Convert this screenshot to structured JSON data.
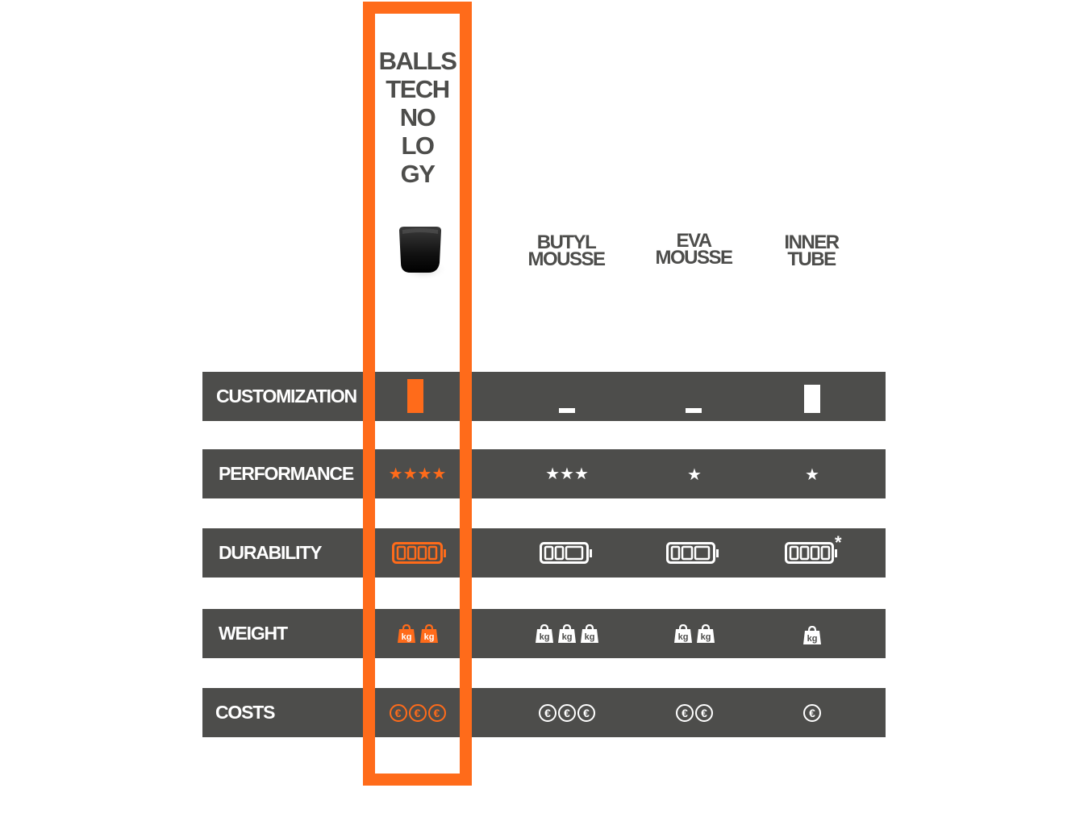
{
  "header": {
    "main_title_lines": [
      "BALLS",
      "TECH",
      "NO",
      "LO",
      "GY"
    ],
    "columns": [
      {
        "line1": "BUTYL",
        "line2": "MOUSSE"
      },
      {
        "line1": "EVA",
        "line2": "MOUSSE"
      },
      {
        "line1": "INNER",
        "line2": "TUBE"
      }
    ]
  },
  "rows": [
    {
      "label": "CUSTOMIZATION"
    },
    {
      "label": "PERFORMANCE"
    },
    {
      "label": "DURABILITY"
    },
    {
      "label": "WEIGHT"
    },
    {
      "label": "COSTS"
    }
  ],
  "ratings": {
    "performance_stars": [
      4,
      3,
      1,
      1
    ],
    "weight_kg": [
      2,
      3,
      2,
      1
    ],
    "costs_euro": [
      3,
      3,
      2,
      1
    ],
    "durability_segments": [
      4,
      3,
      3,
      4
    ]
  },
  "symbols": {
    "star": "★",
    "euro": "€",
    "kg": "kg",
    "asterisk": "*"
  },
  "colors": {
    "accent": "#ff6b1a",
    "band": "#4d4d4b",
    "text_dark": "#4d4d4b",
    "white": "#ffffff"
  }
}
